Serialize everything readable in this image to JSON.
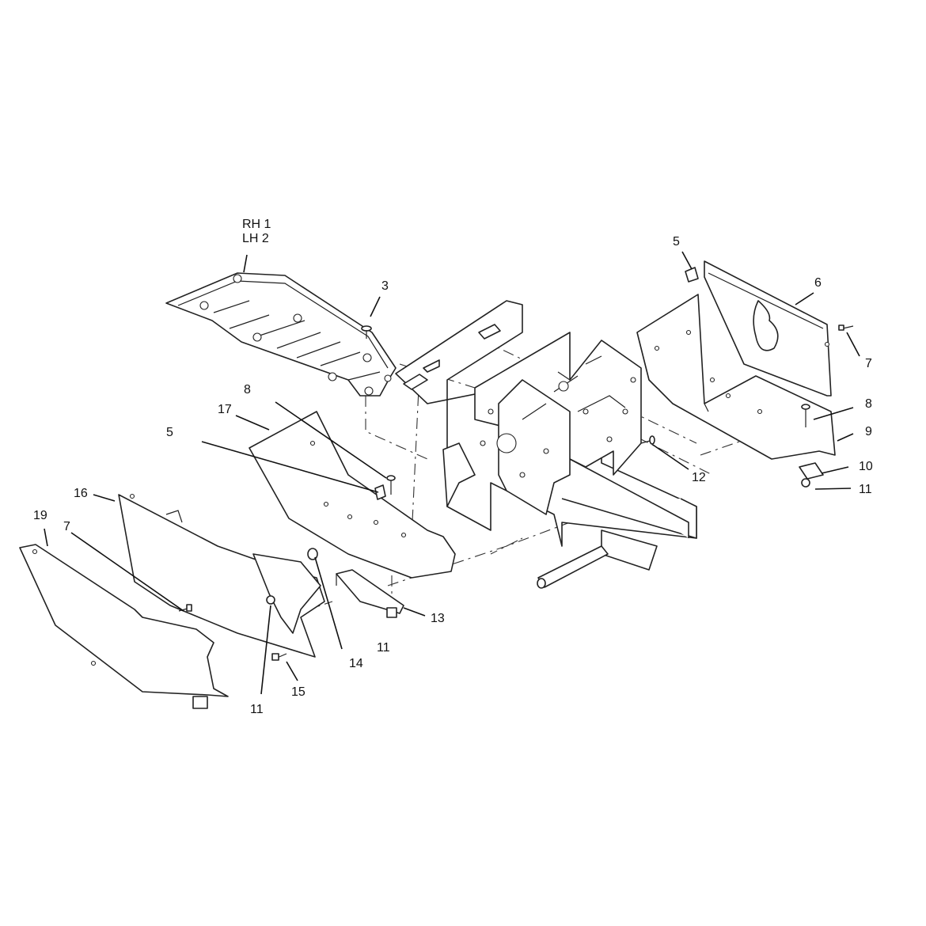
{
  "callouts": [
    {
      "id": "c-rh1",
      "text": "RH 1"
    },
    {
      "id": "c-lh2",
      "text": "LH 2"
    },
    {
      "id": "c-3",
      "text": "3"
    },
    {
      "id": "c-5a",
      "text": "5"
    },
    {
      "id": "c-6",
      "text": "6"
    },
    {
      "id": "c-7a",
      "text": "7"
    },
    {
      "id": "c-8a",
      "text": "8"
    },
    {
      "id": "c-9",
      "text": "9"
    },
    {
      "id": "c-10",
      "text": "10"
    },
    {
      "id": "c-11a",
      "text": "11"
    },
    {
      "id": "c-12",
      "text": "12"
    },
    {
      "id": "c-8b",
      "text": "8"
    },
    {
      "id": "c-17",
      "text": "17"
    },
    {
      "id": "c-5b",
      "text": "5"
    },
    {
      "id": "c-16",
      "text": "16"
    },
    {
      "id": "c-19",
      "text": "19"
    },
    {
      "id": "c-7b",
      "text": "7"
    },
    {
      "id": "c-13",
      "text": "13"
    },
    {
      "id": "c-11b",
      "text": "11"
    },
    {
      "id": "c-14",
      "text": "14"
    },
    {
      "id": "c-15",
      "text": "15"
    },
    {
      "id": "c-11c",
      "text": "11"
    }
  ]
}
